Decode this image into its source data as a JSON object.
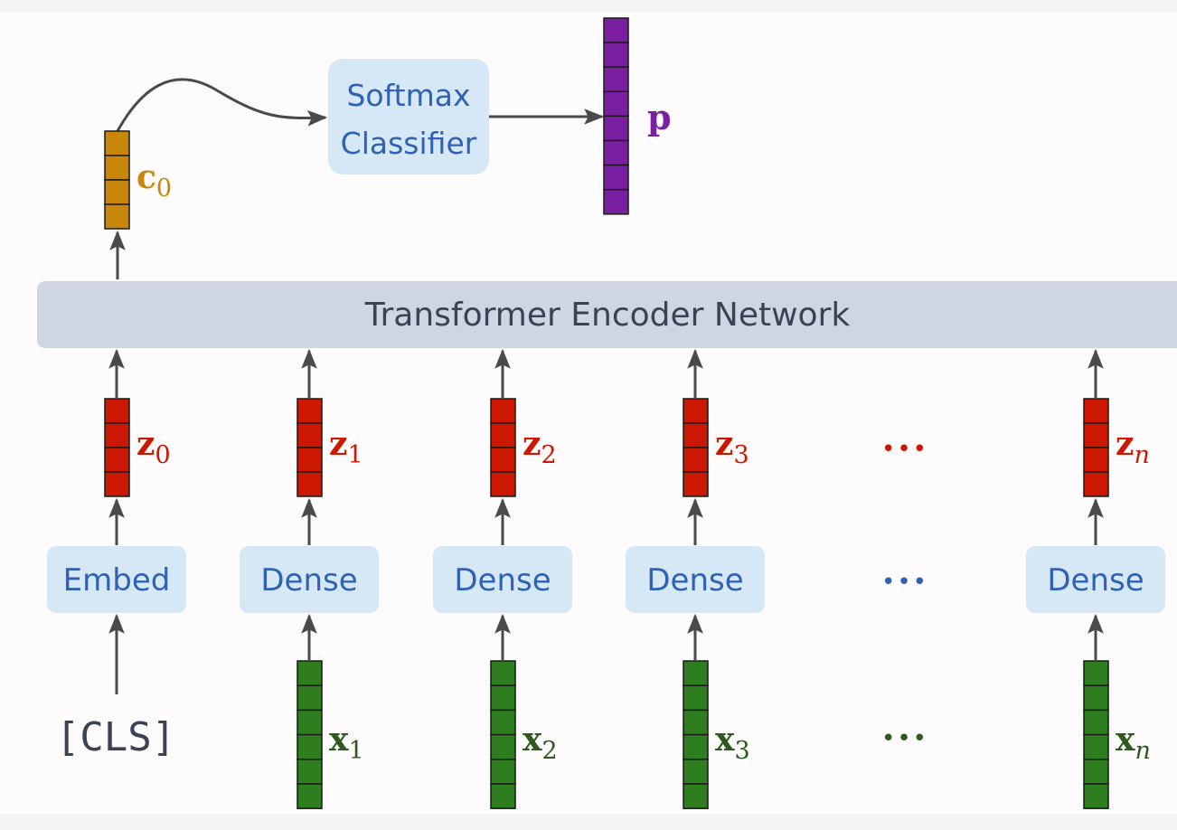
{
  "softmax": {
    "line1": "Softmax",
    "line2": "Classifier"
  },
  "encoder": {
    "label": "Transformer Encoder Network"
  },
  "output": {
    "name": "p",
    "color": "#7b1fa2"
  },
  "cls_output": {
    "name": "c",
    "sub": "0",
    "color": "#c8860a"
  },
  "cls_token": "[CLS]",
  "colors": {
    "embedding": "#cc1800",
    "input": "#2e7d1e",
    "box_fill": "#d6e8f6",
    "box_text": "#2f62b5",
    "encoder_fill": "#cfd6e2",
    "arrow": "#4a4a4a"
  },
  "columns": [
    {
      "block": "Embed",
      "z": "z",
      "z_sub": "0",
      "x": null,
      "x_sub": null
    },
    {
      "block": "Dense",
      "z": "z",
      "z_sub": "1",
      "x": "x",
      "x_sub": "1"
    },
    {
      "block": "Dense",
      "z": "z",
      "z_sub": "2",
      "x": "x",
      "x_sub": "2"
    },
    {
      "block": "Dense",
      "z": "z",
      "z_sub": "3",
      "x": "x",
      "x_sub": "3"
    },
    {
      "block": "Dense",
      "z": "z",
      "z_sub": "n",
      "x": "x",
      "x_sub": "n"
    }
  ],
  "ellipsis": "•••"
}
